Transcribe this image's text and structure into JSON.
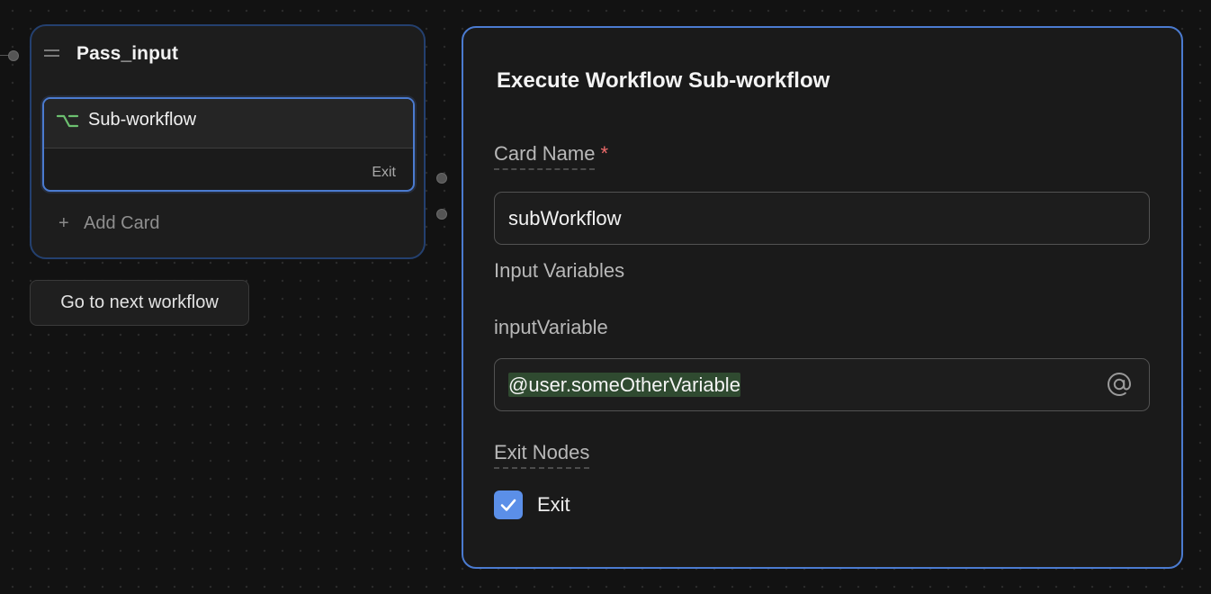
{
  "node": {
    "title": "Pass_input",
    "card": {
      "title": "Sub-workflow",
      "exit_label": "Exit"
    },
    "add_card_label": "Add Card"
  },
  "next_workflow_button": "Go to next workflow",
  "panel": {
    "title": "Execute Workflow Sub-workflow",
    "card_name_label": "Card Name",
    "required_marker": "*",
    "card_name_value": "subWorkflow",
    "input_variables_label": "Input Variables",
    "input_variable_name": "inputVariable",
    "input_variable_value": "@user.someOtherVariable",
    "exit_nodes_label": "Exit Nodes",
    "exit_checkbox_label": "Exit",
    "exit_checked": true
  },
  "icons": {
    "drag": "drag-handle-icon",
    "subworkflow": "subworkflow-branch-icon",
    "add": "plus-icon",
    "mention": "at-sign-icon",
    "check": "checkmark-icon"
  },
  "colors": {
    "accent": "#4b7bd0",
    "checkbox": "#5b8fe8",
    "required": "#ee6b6b",
    "subworkflow_icon": "#6cc070",
    "variable_highlight": "#2f4a30"
  }
}
